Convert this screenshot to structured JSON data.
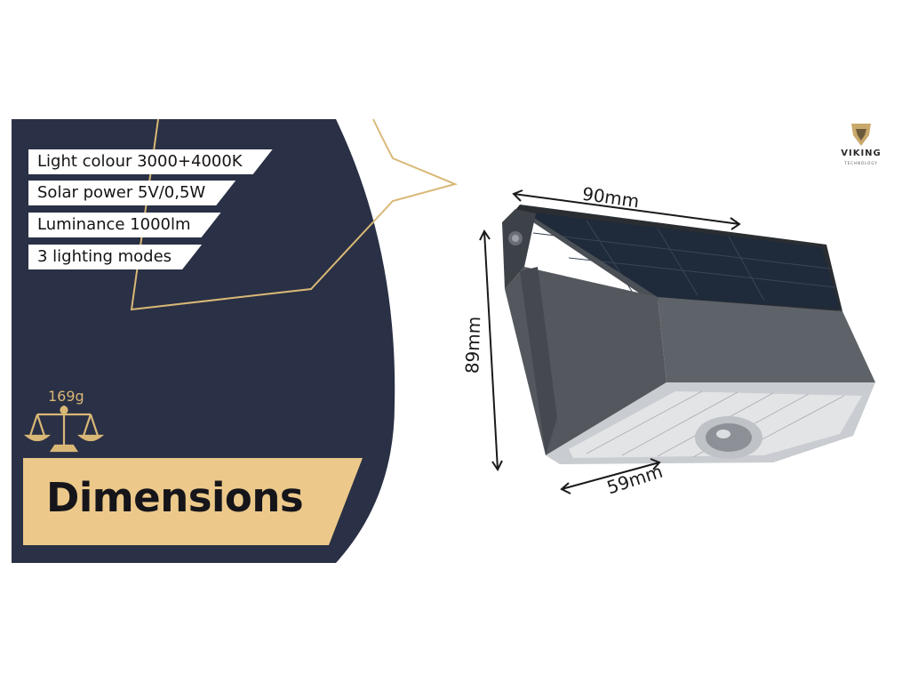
{
  "specs": {
    "items": [
      "Light colour 3000+4000K",
      "Solar power 5V/0,5W",
      "Luminance 1000lm",
      "3 lighting modes"
    ]
  },
  "weight": {
    "value": "169g",
    "icon": "scales-icon"
  },
  "banner": {
    "title": "Dimensions"
  },
  "brand": {
    "name": "VIKING",
    "tagline": "TECHNOLOGY",
    "icon": "viking-helmet-icon"
  },
  "dimensions": {
    "width": "90mm",
    "height": "89mm",
    "depth": "59mm"
  },
  "colors": {
    "panel": "#2a3045",
    "gold": "#ecc98a",
    "outline": "#d9b877"
  }
}
